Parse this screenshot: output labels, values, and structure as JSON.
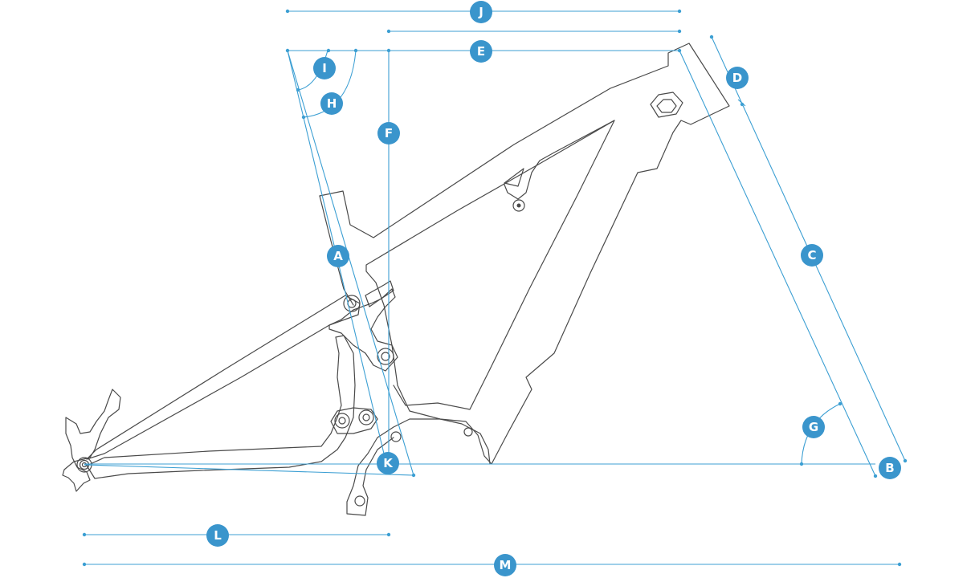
{
  "colors": {
    "dimension_line": "#3c9fd3",
    "badge": "#3a95cc",
    "badge_text": "#ffffff",
    "frame_outline": "#4a4a4a"
  },
  "dimension_labels": {
    "A": "A",
    "B": "B",
    "C": "C",
    "D": "D",
    "E": "E",
    "F": "F",
    "G": "G",
    "H": "H",
    "I": "I",
    "J": "J",
    "K": "K",
    "L": "L",
    "M": "M"
  }
}
